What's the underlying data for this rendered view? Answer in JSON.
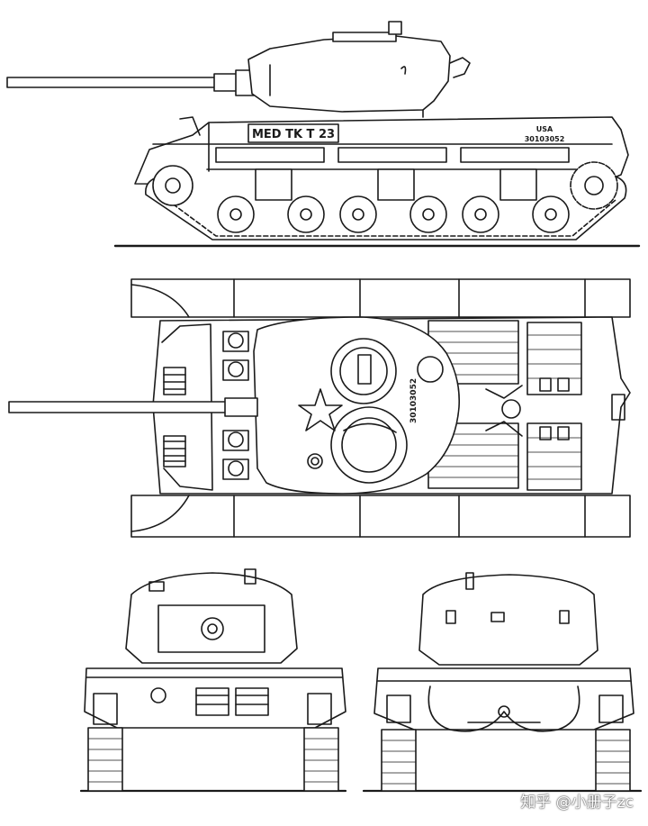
{
  "hull_markings": {
    "designation": "MED TK T 23",
    "country": "USA",
    "serial": "30103052"
  },
  "turret_marking": "30103052",
  "watermark": "知乎 @小册子zc",
  "colors": {
    "ink": "#1a1a1a",
    "paper": "#ffffff"
  }
}
